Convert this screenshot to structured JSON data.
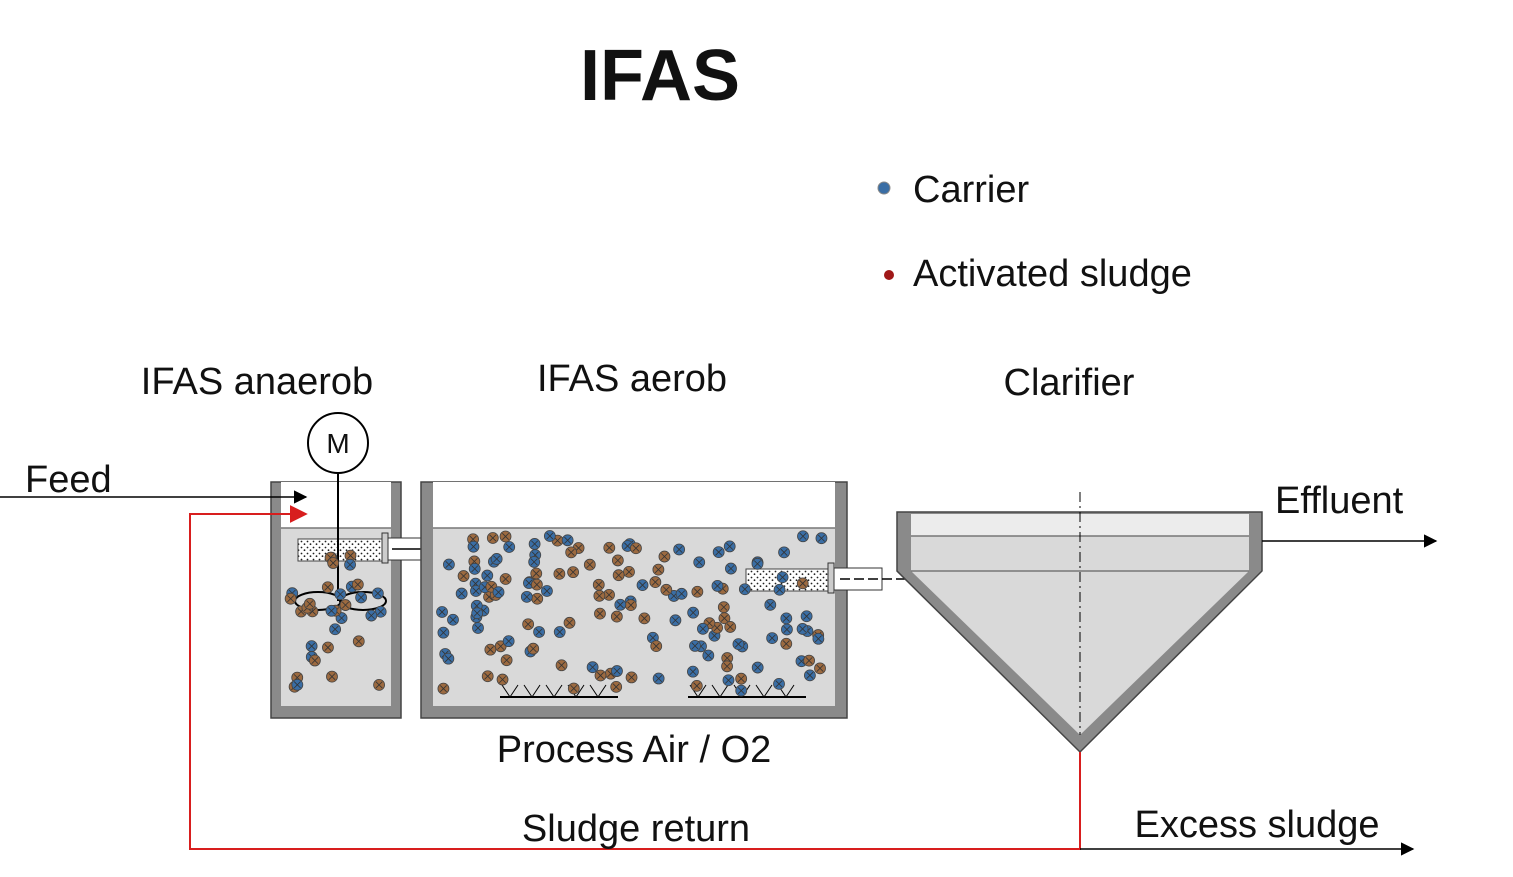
{
  "title": "IFAS",
  "legend": [
    {
      "label": "Carrier",
      "color": "#3a6ea5"
    },
    {
      "label": "Activated sludge",
      "color": "#a01818"
    }
  ],
  "units": {
    "anaerobic": {
      "label": "IFAS anaerob"
    },
    "aerobic": {
      "label": "IFAS aerob"
    },
    "clarifier": {
      "label": "Clarifier"
    }
  },
  "mixer_symbol": "M",
  "flows": {
    "feed": "Feed",
    "effluent": "Effluent",
    "process_air": "Process Air / O2",
    "sludge_return": "Sludge return",
    "excess_sludge": "Excess sludge"
  },
  "colors": {
    "carrier": "#3a6ea5",
    "sludge_particle": "#9c6a40",
    "return_line": "#d81e1e",
    "tank_wall": "#8a8a8a",
    "water": "#d9d9d9"
  }
}
